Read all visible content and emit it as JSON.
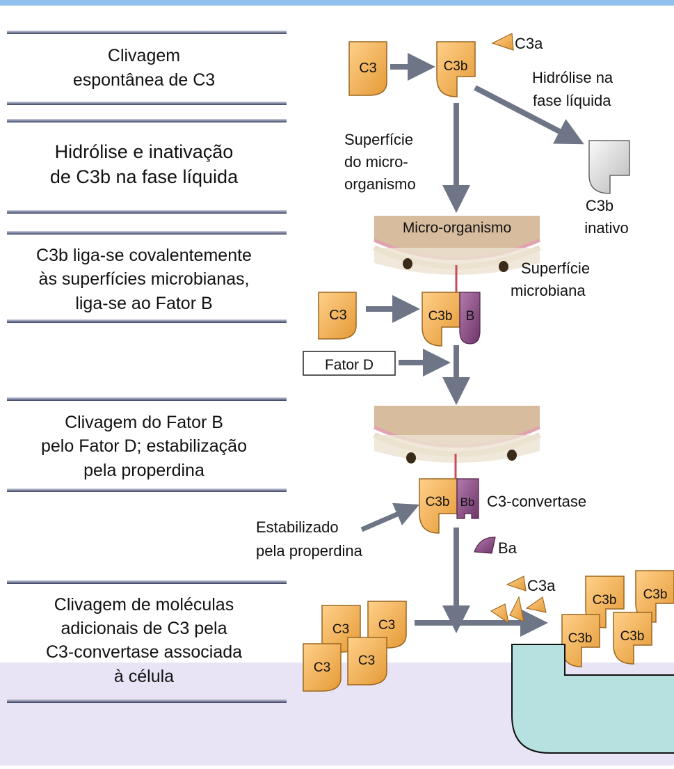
{
  "steps": [
    {
      "lines": [
        "Clivagem",
        "espontânea de C3"
      ]
    },
    {
      "lines": [
        "Hidrólise e inativação",
        "de C3b na fase líquida"
      ]
    },
    {
      "lines": [
        "C3b liga-se covalentemente",
        "às superfícies microbianas,",
        "liga-se ao Fator B"
      ]
    },
    {
      "lines": [
        "Clivagem do Fator B",
        "pelo Fator D; estabilização",
        "pela properdina"
      ]
    },
    {
      "lines": [
        "Clivagem de moléculas",
        "adicionais de C3 pela",
        "C3-convertase associada",
        "à célula"
      ]
    }
  ],
  "molecules": {
    "c3": "C3",
    "c3b": "C3b",
    "c3a": "C3a",
    "b": "B",
    "bb": "Bb",
    "ba": "Ba"
  },
  "annotations": {
    "hydrolysis": [
      "Hidrólise na",
      "fase líquida"
    ],
    "surface_arrow": [
      "Superfície",
      "do micro-",
      "organismo"
    ],
    "inactive_c3b": [
      "C3b",
      "inativo"
    ],
    "microorganism": "Micro-organismo",
    "microbial_surface": [
      "Superfície",
      "microbiana"
    ],
    "factor_d": "Fator D",
    "c3_convertase": "C3-convertase",
    "stabilized": [
      "Estabilizado",
      "pela properdina"
    ]
  },
  "colors": {
    "top_bar": "#8fc0ee",
    "bottom_band": "#e8e4f5",
    "teal_box": "#b7e0e0",
    "molecule_orange": "#f3b050",
    "factor_purple": "#8b4c86",
    "arrow": "#6e7586",
    "membrane": "#d8bc9e"
  }
}
